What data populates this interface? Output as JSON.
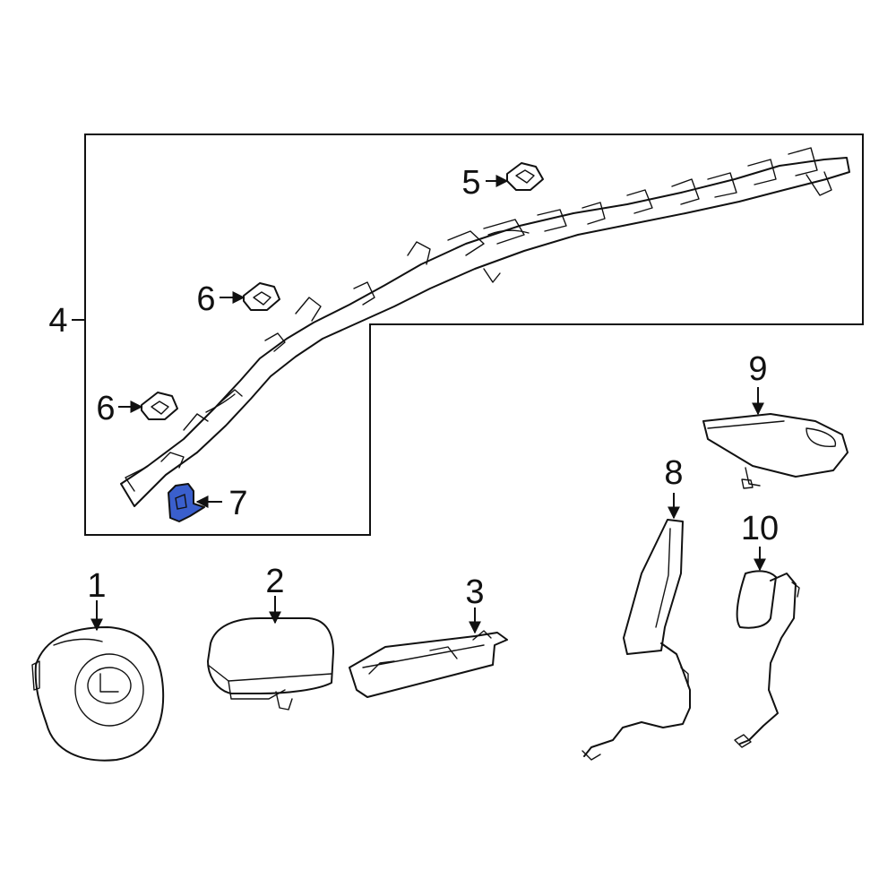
{
  "diagram": {
    "highlight_color": "#3a5fcd",
    "line_color": "#111111",
    "callouts": {
      "c1": "1",
      "c2": "2",
      "c3": "3",
      "c4": "4",
      "c5": "5",
      "c6a": "6",
      "c6b": "6",
      "c7": "7",
      "c8": "8",
      "c9": "9",
      "c10": "10"
    }
  }
}
